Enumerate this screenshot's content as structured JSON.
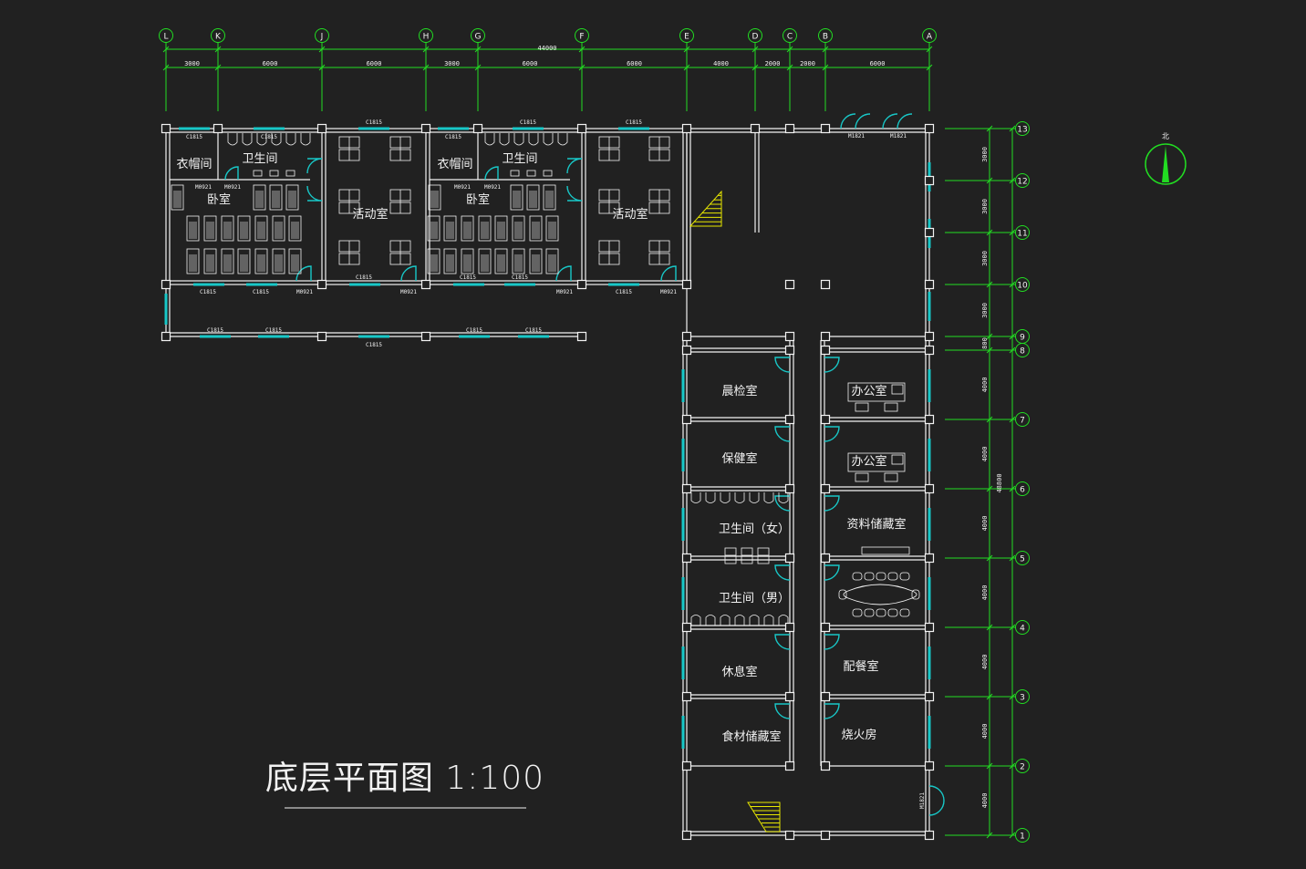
{
  "drawing": {
    "title": "底层平面图 1:100",
    "north_label": "北",
    "total_dimension": "44000",
    "vertical_total": "48800",
    "axes_letters": [
      "L",
      "K",
      "J",
      "H",
      "G",
      "F",
      "E",
      "D",
      "C",
      "B",
      "A"
    ],
    "top_dims": [
      "3000",
      "6000",
      "6000",
      "3000",
      "6000",
      "6000",
      "4000",
      "2000",
      "2000",
      "6000"
    ],
    "axes_numbers": [
      "13",
      "12",
      "11",
      "10",
      "9",
      "8",
      "7",
      "6",
      "5",
      "4",
      "3",
      "2",
      "1"
    ],
    "right_dims": [
      "3000",
      "3000",
      "3000",
      "3000",
      "800",
      "4000",
      "4000",
      "4000",
      "4000",
      "4000",
      "4000",
      "4000"
    ],
    "rooms": {
      "coat1": "衣帽间",
      "wc1": "卫生间",
      "bed1": "卧室",
      "act1": "活动室",
      "coat2": "衣帽间",
      "wc2": "卫生间",
      "bed2": "卧室",
      "act2": "活动室",
      "morning": "晨检室",
      "health": "保健室",
      "wc_f": "卫生间（女）",
      "wc_m": "卫生间（男）",
      "rest": "休息室",
      "food": "食材储藏室",
      "office1": "办公室",
      "office2": "办公室",
      "archive": "资料储藏室",
      "serving": "配餐室",
      "boiler": "烧火房"
    },
    "labels": {
      "c1815": "C1815",
      "m0921": "M0921",
      "m1821": "M1821"
    }
  }
}
